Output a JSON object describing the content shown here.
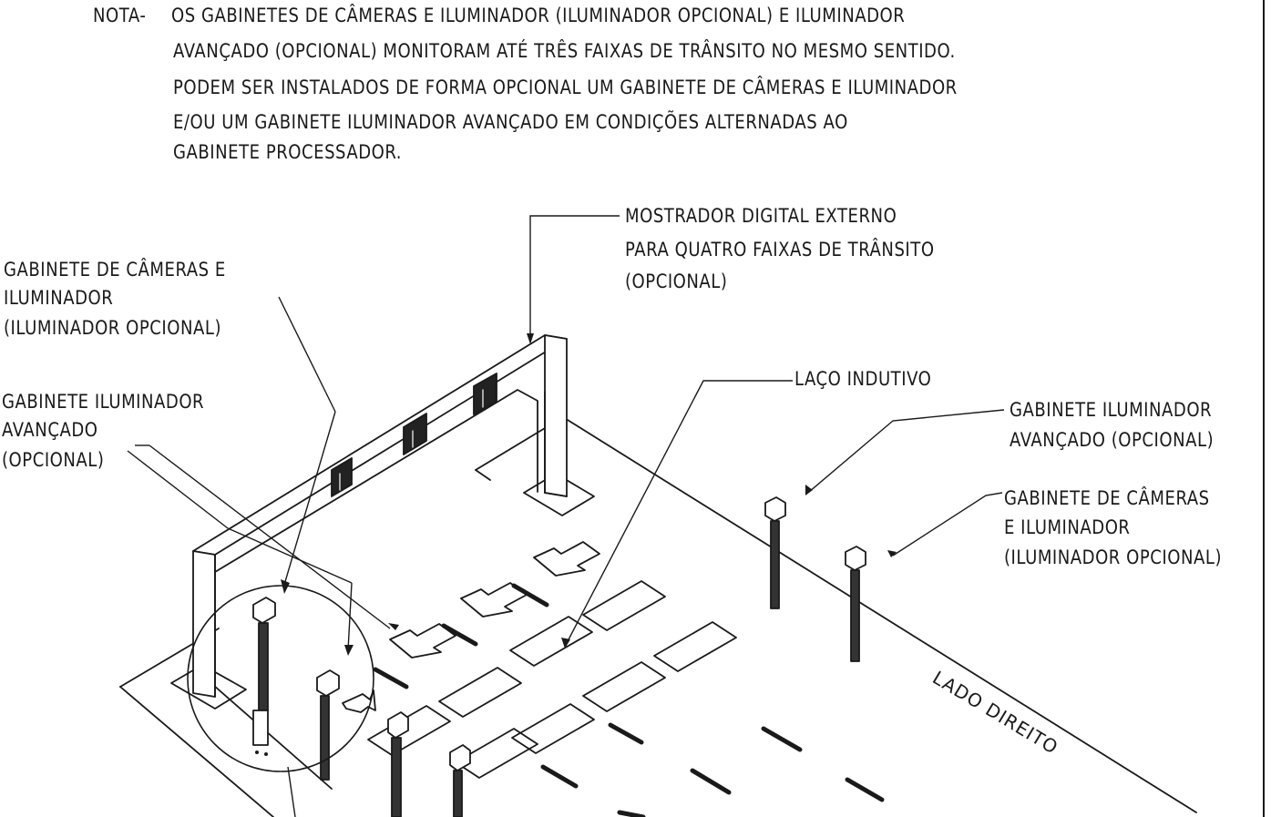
{
  "note": {
    "prefix": "NOTA-",
    "lines": [
      "OS GABINETES DE CÂMERAS E ILUMINADOR (ILUMINADOR OPCIONAL) E ILUMINADOR",
      "AVANÇADO (OPCIONAL) MONITORAM ATÉ TRÊS FAIXAS DE TRÂNSITO NO MESMO SENTIDO.",
      "PODEM SER INSTALADOS DE FORMA OPCIONAL UM GABINETE DE CÂMERAS E ILUMINADOR",
      "E/OU UM GABINETE ILUMINADOR AVANÇADO EM CONDIÇÕES ALTERNADAS AO",
      "GABINETE PROCESSADOR."
    ]
  },
  "labels": {
    "display": [
      "MOSTRADOR DIGITAL EXTERNO",
      "PARA QUATRO FAIXAS DE TRÂNSITO",
      "(OPCIONAL)"
    ],
    "camera_left": [
      "GABINETE DE CÂMERAS E",
      "ILUMINADOR",
      "(ILUMINADOR OPCIONAL)"
    ],
    "illum_left": [
      "GABINETE ILUMINADOR",
      "AVANÇADO",
      "(OPCIONAL)"
    ],
    "loop": "LAÇO INDUTIVO",
    "illum_right": [
      "GABINETE ILUMINADOR",
      "AVANÇADO (OPCIONAL)"
    ],
    "camera_right": [
      "GABINETE DE CÂMERAS",
      "E ILUMINADOR",
      "(ILUMINADOR OPCIONAL)"
    ],
    "side": "LADO DIREITO"
  },
  "colors": {
    "ink": "#1a1a1a",
    "background": "#ffffff"
  }
}
